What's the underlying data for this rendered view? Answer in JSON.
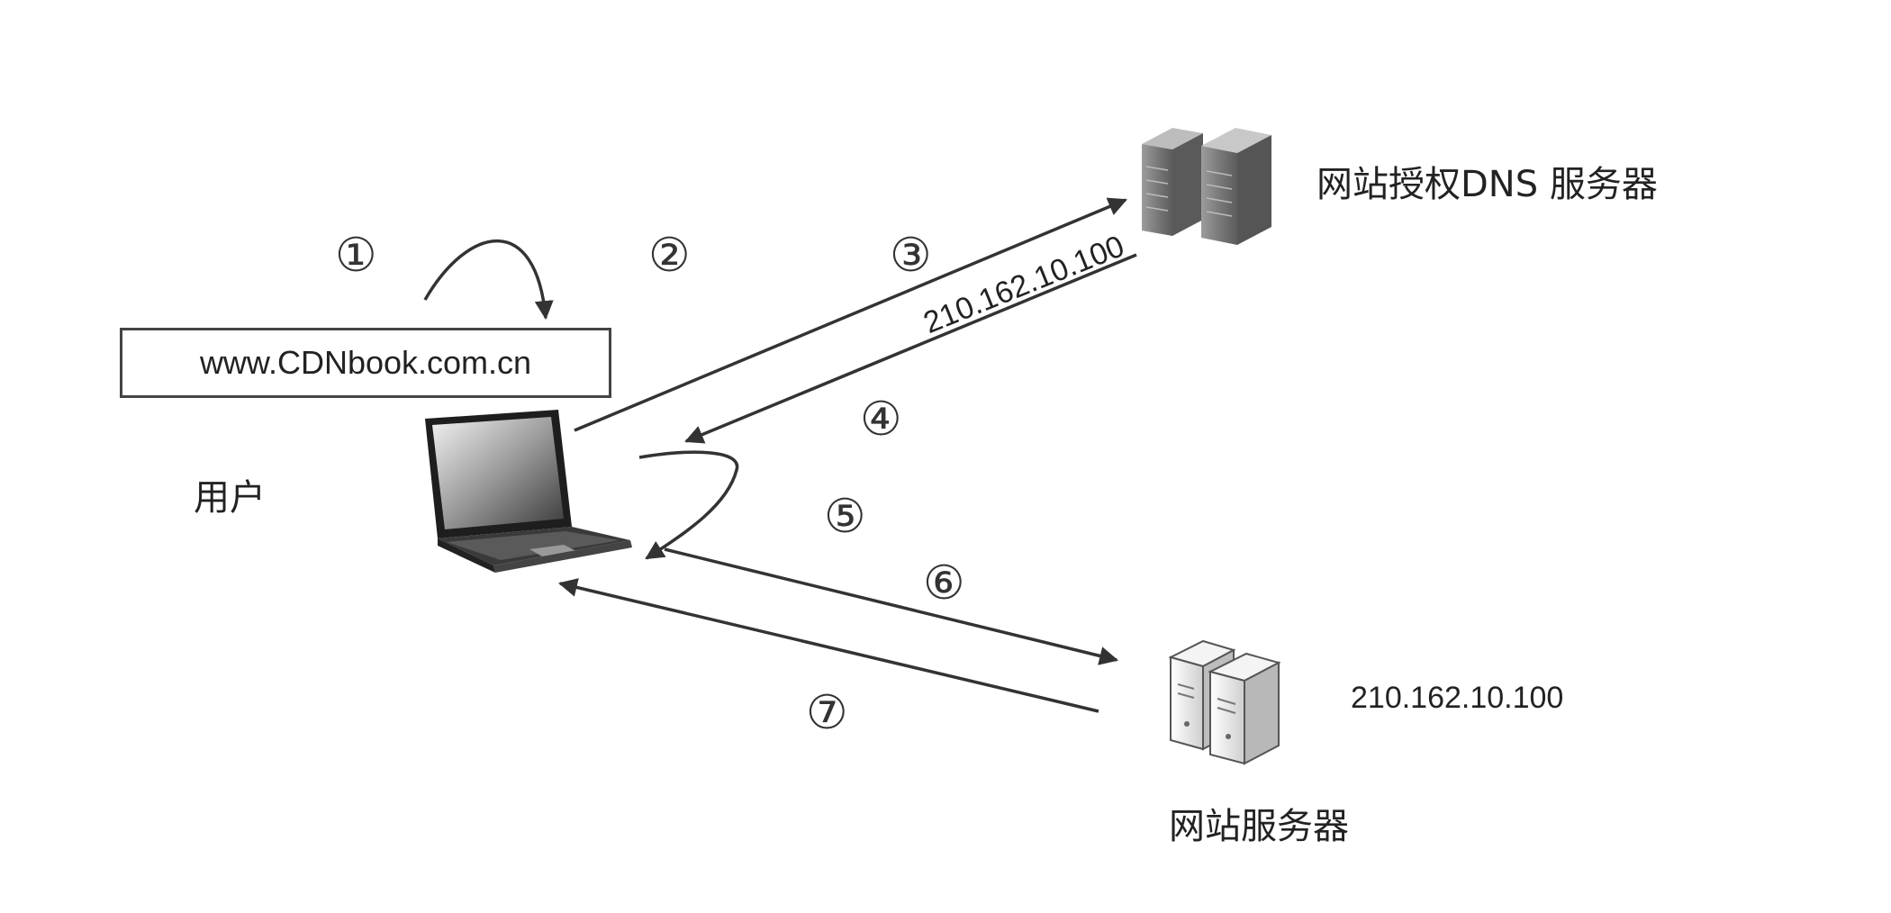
{
  "url_box": {
    "text": "www.CDNbook.com.cn"
  },
  "user": {
    "label": "用户"
  },
  "dns_server": {
    "label": "网站授权DNS 服务器"
  },
  "web_server": {
    "label": "网站服务器",
    "ip": "210.162.10.100"
  },
  "dns_response": {
    "ip": "210.162.10.100"
  },
  "steps": [
    "①",
    "②",
    "③",
    "④",
    "⑤",
    "⑥",
    "⑦"
  ]
}
